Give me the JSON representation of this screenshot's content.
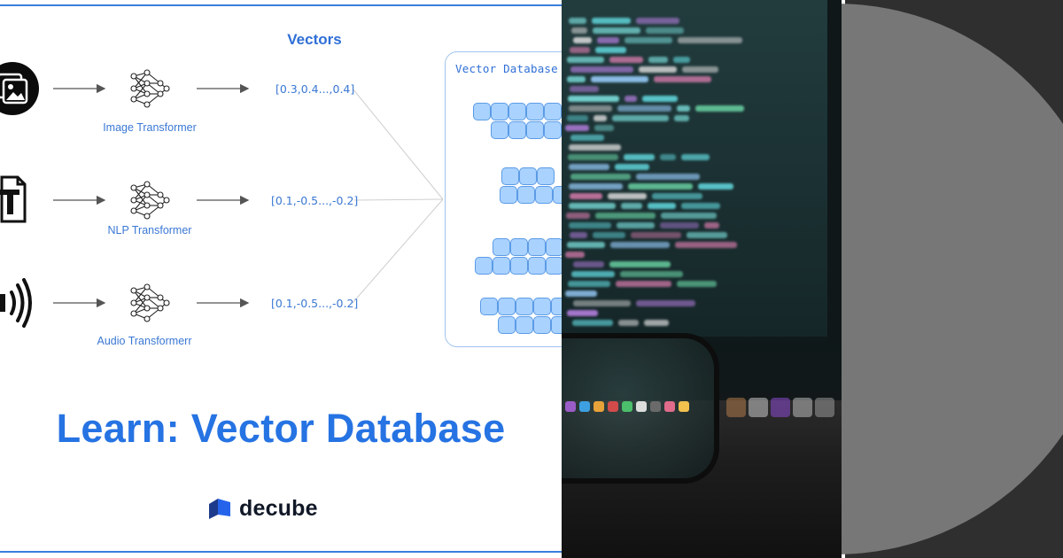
{
  "diagram": {
    "heading": "Vectors",
    "rows": [
      {
        "source_icon": "image-gallery-icon",
        "transformer_icon": "neural-network-icon",
        "caption": "Image Transformer",
        "vector": "[0.3,0.4...,0.4]"
      },
      {
        "source_icon": "text-document-icon",
        "transformer_icon": "neural-network-icon",
        "caption": "NLP Transformer",
        "vector": "[0.1,-0.5...,-0.2]"
      },
      {
        "source_icon": "audio-waves-icon",
        "transformer_icon": "neural-network-icon",
        "caption": "Audio Transformerr",
        "vector": "[0.1,-0.5...,-0.2]"
      }
    ],
    "database": {
      "title": "Vector Database"
    },
    "title": "Learn: Vector Database",
    "brand": {
      "name": "decube",
      "logo_icon": "decube-logo-icon"
    },
    "colors": {
      "accent": "#2673e3",
      "cell_fill": "#a9d2ff",
      "cell_border": "#5b9be6",
      "rule": "#3b7ddd"
    }
  },
  "photo": {
    "subject": "code-on-monitor-with-glasses"
  },
  "disc": {
    "colors": {
      "background": "#2f2f2f",
      "circle": "#777777"
    }
  }
}
